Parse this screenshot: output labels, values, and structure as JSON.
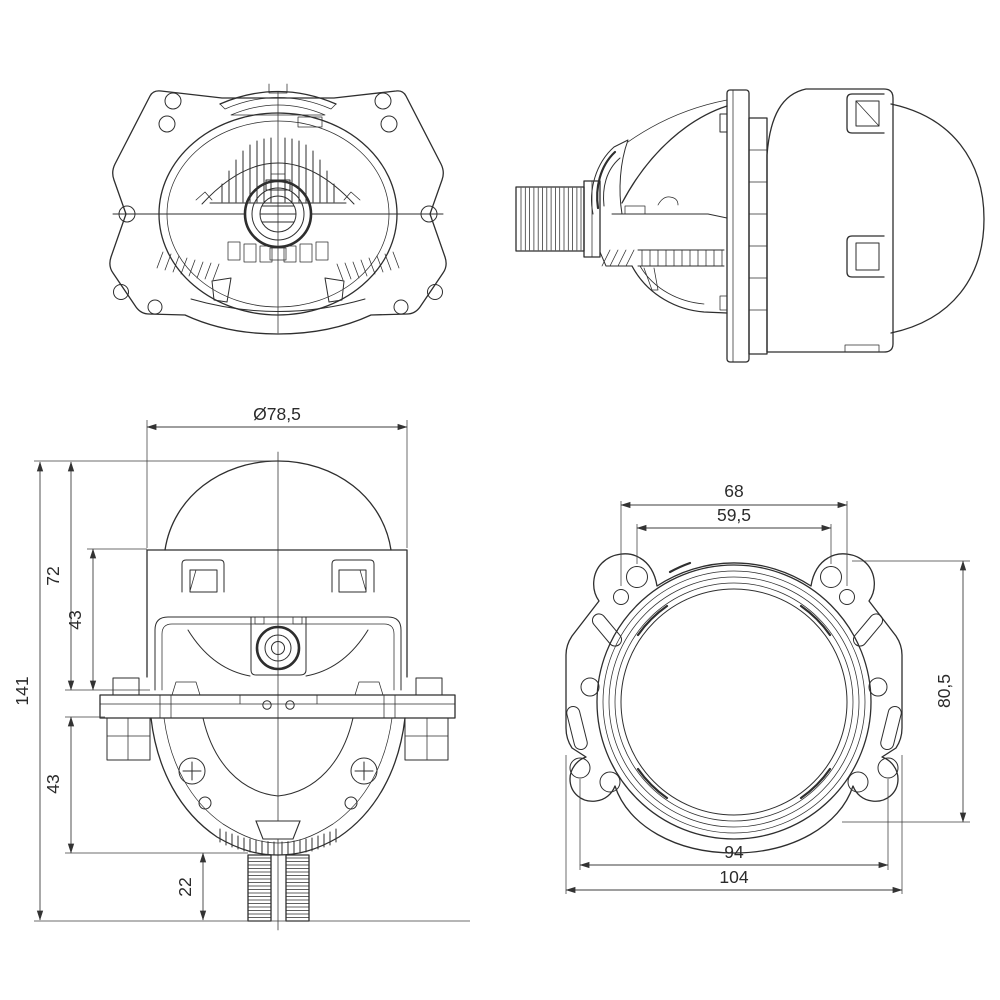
{
  "drawing": {
    "type": "technical-orthographic-drawing",
    "subject": "bi-led-projector-lens-module",
    "views": {
      "top_view": "top-left",
      "side_view": "top-right",
      "front_view": "bottom-left",
      "rear_view": "bottom-right"
    },
    "dimensions": {
      "front_view": {
        "lens_diameter": "Ø78,5",
        "total_height": "141",
        "upper_section_height": "72",
        "housing_height": "43",
        "lower_section_height": "43",
        "stud_length": "22"
      },
      "rear_view": {
        "top_hole_span_outer": "68",
        "top_hole_span_inner": "59,5",
        "plate_height": "80,5",
        "bottom_hole_span": "94",
        "plate_width": "104"
      }
    },
    "units": "mm"
  },
  "colors": {
    "line": "#2e2e2e",
    "dim_line": "#3d3d3d",
    "background": "#ffffff"
  }
}
